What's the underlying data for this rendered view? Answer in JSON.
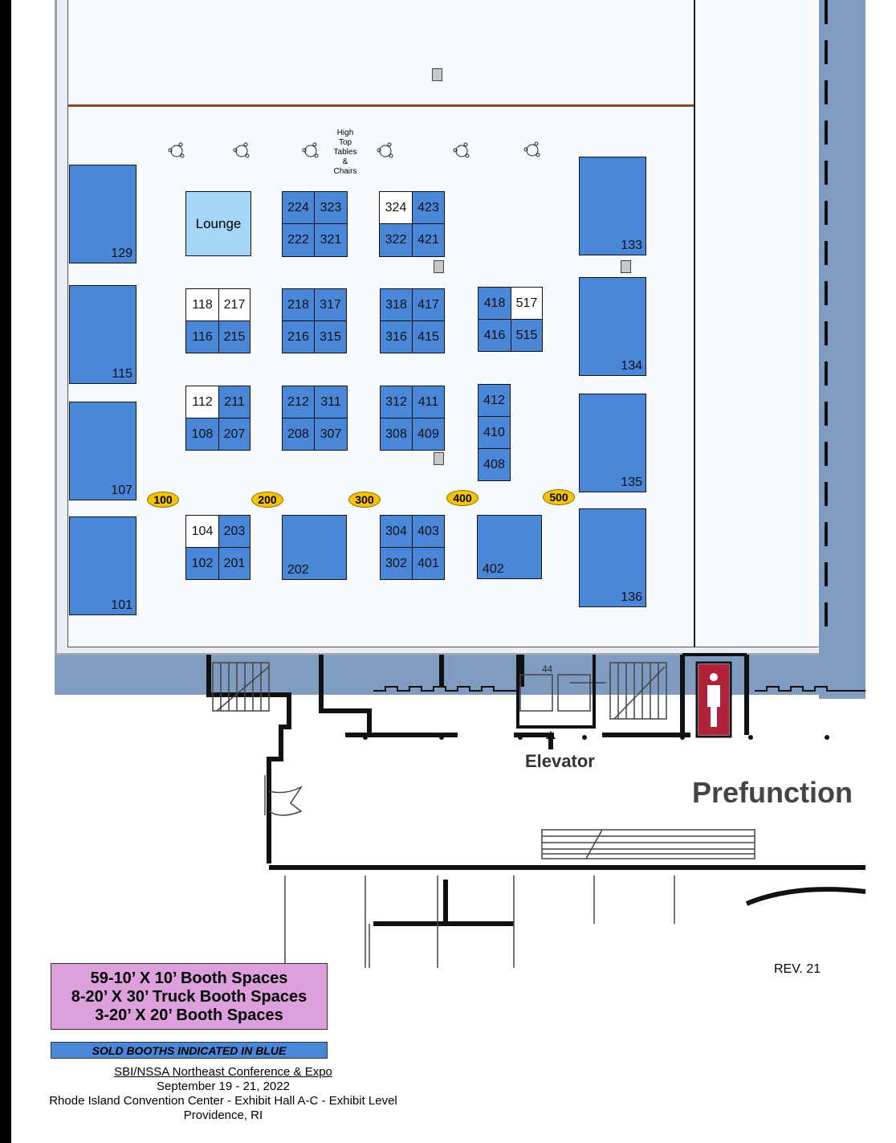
{
  "booths": {
    "b129": "129",
    "b115": "115",
    "b107": "107",
    "b101": "101",
    "b133": "133",
    "b134": "134",
    "b135": "135",
    "b136": "136",
    "lounge": "Lounge",
    "b224": "224",
    "b323": "323",
    "b222": "222",
    "b321": "321",
    "b324": "324",
    "b423": "423",
    "b322": "322",
    "b421": "421",
    "b118": "118",
    "b217": "217",
    "b116": "116",
    "b215": "215",
    "b218": "218",
    "b317": "317",
    "b216": "216",
    "b315": "315",
    "b318": "318",
    "b417": "417",
    "b316": "316",
    "b415": "415",
    "b418": "418",
    "b517": "517",
    "b416": "416",
    "b515": "515",
    "b112": "112",
    "b211": "211",
    "b108": "108",
    "b207": "207",
    "b212": "212",
    "b311": "311",
    "b208": "208",
    "b307": "307",
    "b312": "312",
    "b411": "411",
    "b308": "308",
    "b409": "409",
    "b412": "412",
    "b410": "410",
    "b408": "408",
    "b104": "104",
    "b203": "203",
    "b102": "102",
    "b201": "201",
    "b202": "202",
    "b304": "304",
    "b403": "403",
    "b302": "302",
    "b401": "401",
    "b402": "402"
  },
  "aisles": {
    "a100": "100",
    "a200": "200",
    "a300": "300",
    "a400": "400",
    "a500": "500"
  },
  "hightop": {
    "l1": "High",
    "l2": "Top",
    "l3": "Tables",
    "l4": "&",
    "l5": "Chairs"
  },
  "floorplan": {
    "elevator": "Elevator",
    "prefunction": "Prefunction",
    "room_label": "44"
  },
  "summary": {
    "line1": "59-10’ X 10’ Booth Spaces",
    "line2": "8-20’ X 30’ Truck Booth Spaces",
    "line3": "3-20’ X 20’ Booth Spaces"
  },
  "sold_key": "SOLD BOOTHS INDICATED IN BLUE",
  "rev": "REV. 21",
  "caption": {
    "line1": "SBI/NSSA Northeast Conference & Expo",
    "line2": "September 19 - 21, 2022",
    "line3": "Rhode Island Convention Center - Exhibit Hall A-C - Exhibit Level",
    "line4": "Providence, RI"
  },
  "colors": {
    "sold": "#4a87d8",
    "unsold": "#ffffff",
    "lounge": "#a6d6f7",
    "aisle": "#f5c400",
    "summary": "#dd9fdd"
  }
}
